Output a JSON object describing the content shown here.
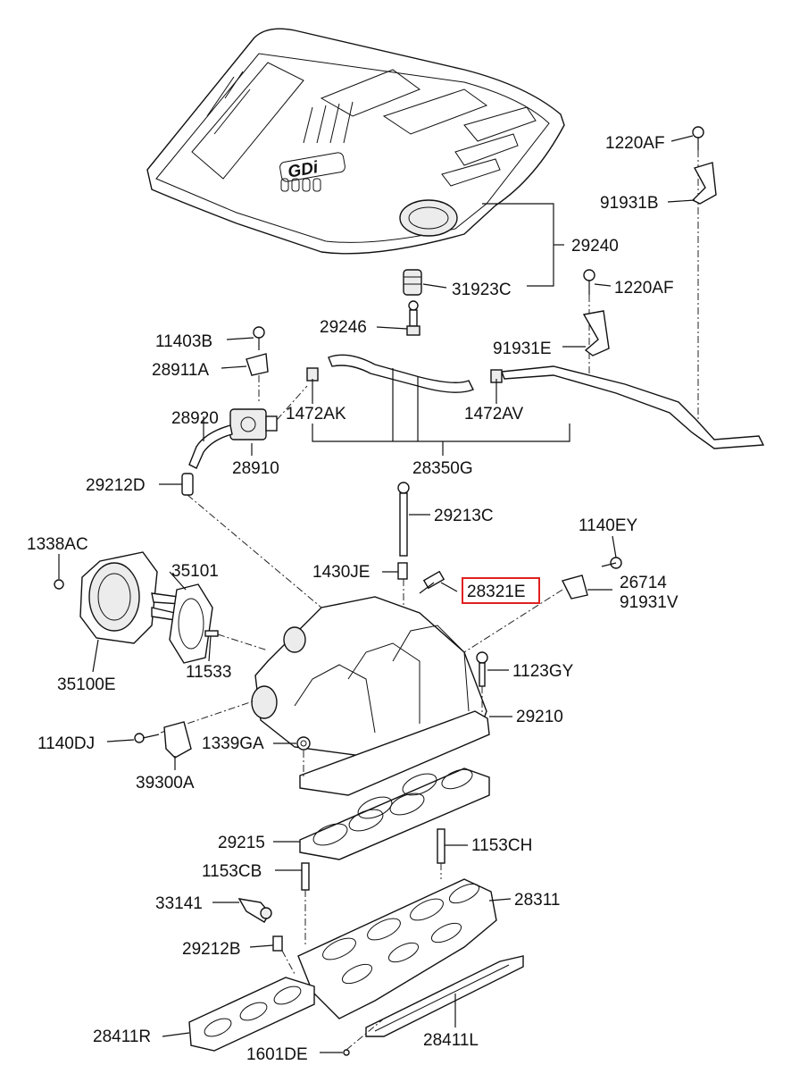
{
  "diagram": {
    "highlight_color": "#e02020",
    "cover_logo": "GDi",
    "labels": {
      "p1220AF_top": "1220AF",
      "p91931B": "91931B",
      "p29240": "29240",
      "p31923C": "31923C",
      "p1220AF_mid": "1220AF",
      "p29246": "29246",
      "p91931E": "91931E",
      "p11403B": "11403B",
      "p28911A": "28911A",
      "p1472AK": "1472AK",
      "p1472AV": "1472AV",
      "p28920": "28920",
      "p28910": "28910",
      "p29212D": "29212D",
      "p28350G": "28350G",
      "p29213C": "29213C",
      "p1140EY": "1140EY",
      "p1338AC": "1338AC",
      "p35101": "35101",
      "p1430JE": "1430JE",
      "p28321E": "28321E",
      "p26714": "26714",
      "p91931V": "91931V",
      "p35100E": "35100E",
      "p11533": "11533",
      "p1123GY": "1123GY",
      "p29210": "29210",
      "p1140DJ": "1140DJ",
      "p1339GA": "1339GA",
      "p39300A": "39300A",
      "p29215": "29215",
      "p1153CH": "1153CH",
      "p1153CB": "1153CB",
      "p28311": "28311",
      "p33141": "33141",
      "p29212B": "29212B",
      "p28411R": "28411R",
      "p1601DE": "1601DE",
      "p28411L": "28411L"
    }
  }
}
